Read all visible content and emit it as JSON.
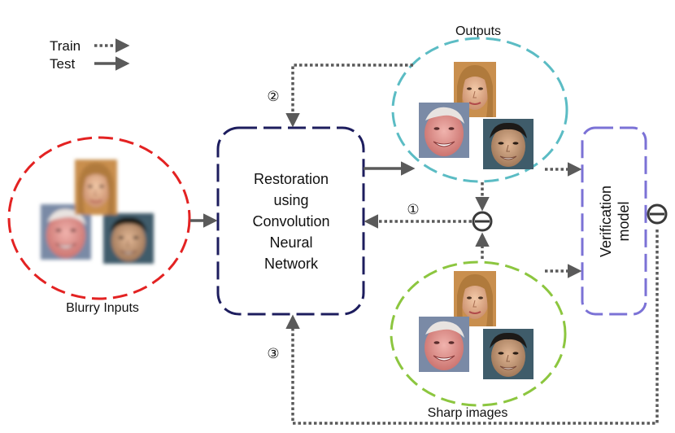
{
  "legend": {
    "train_label": "Train",
    "test_label": "Test"
  },
  "groups": {
    "blurry_label": "Blurry Inputs",
    "outputs_label": "Outputs",
    "sharp_label": "Sharp images"
  },
  "restoration": {
    "line1": "Restoration",
    "line2": "using",
    "line3": "Convolution",
    "line4": "Neural",
    "line5": "Network"
  },
  "verification": {
    "line1": "Verification",
    "line2": "model"
  },
  "steps": {
    "step1": "①",
    "step2": "②",
    "step3": "③"
  },
  "colors": {
    "blurry_ellipse": "#e32222",
    "outputs_ellipse": "#5bbcc4",
    "sharp_ellipse": "#8cc63f",
    "restoration_box": "#1d1d5e",
    "verification_box": "#7b72d6",
    "arrow": "#5a5a5a"
  },
  "icons": {
    "subtract_node": "circled-minus-icon",
    "faces": [
      "woman-face",
      "man-face-older",
      "man-face-young"
    ]
  }
}
